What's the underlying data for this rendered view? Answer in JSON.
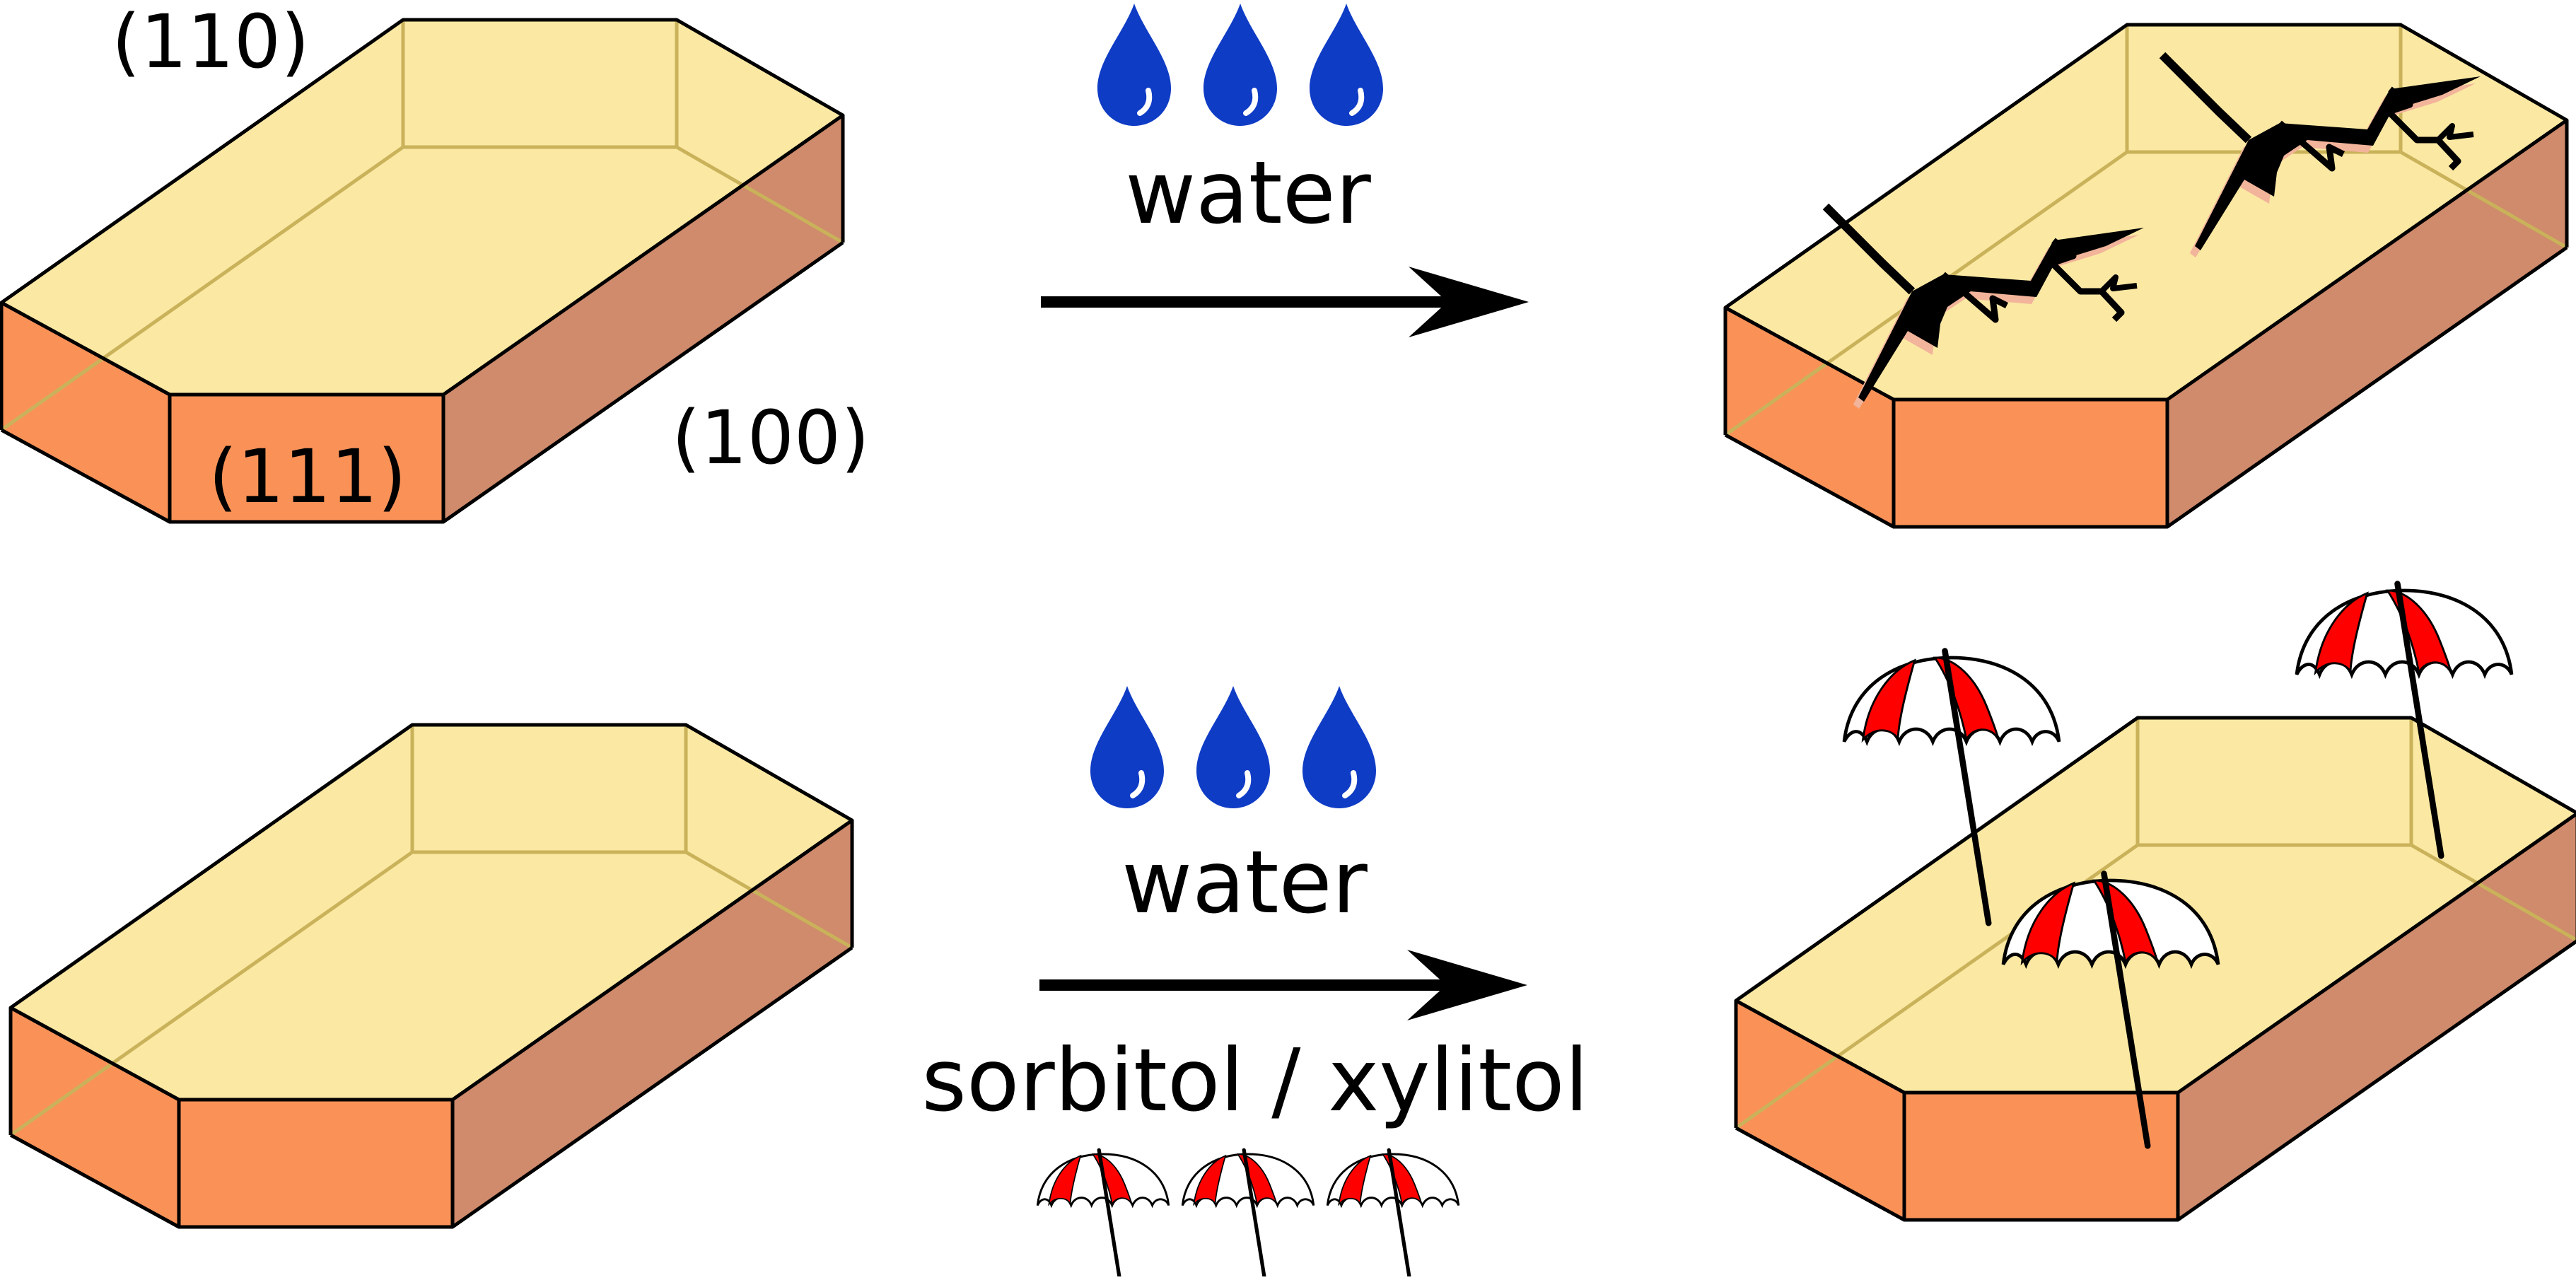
{
  "faces": {
    "face_110": "(110)",
    "face_111": "(111)",
    "face_100": "(100)"
  },
  "reactions": {
    "top": {
      "reagent": "water"
    },
    "bottom": {
      "reagent": "water",
      "additive": "sorbitol / xylitol"
    }
  },
  "colors": {
    "crystal_top_face": "#fbe8a3",
    "crystal_front_face": "#fa9258",
    "crystal_side_face": "#cf8b6c",
    "water_drop": "#0f3cc5",
    "umbrella_red": "#ff0000",
    "arrow": "#000000"
  },
  "icons": [
    "water-drop-icon",
    "crack-icon",
    "umbrella-icon",
    "reaction-arrow-icon"
  ]
}
